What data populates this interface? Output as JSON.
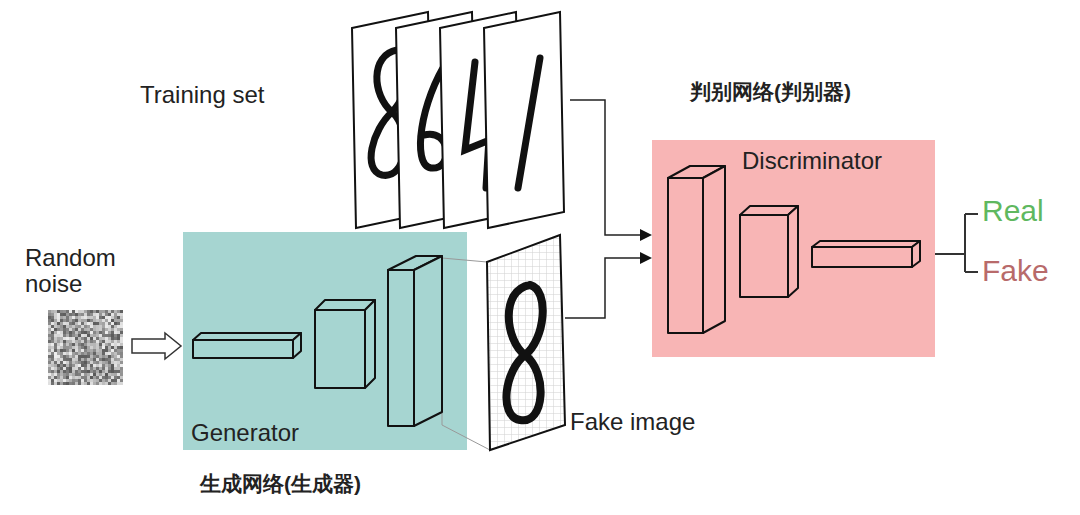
{
  "diagram": {
    "nodes": [
      {
        "text": [
          "Training set"
        ]
      },
      {
        "text": [
          "Random noise"
        ]
      },
      {
        "text": [
          "Generator",
          "生成网络(生成器)"
        ]
      },
      {
        "text": [
          "Fake image"
        ]
      },
      {
        "text": [
          "判别网络(判别器)",
          "Discriminator"
        ]
      }
    ],
    "edges": [
      {
        "from": 1,
        "to": 2,
        "arrow": "to"
      },
      {
        "from": 0,
        "to": 4,
        "arrow": "to"
      },
      {
        "from": 3,
        "to": 4,
        "arrow": "to"
      }
    ],
    "labels": [
      "Real",
      "Fake"
    ]
  }
}
